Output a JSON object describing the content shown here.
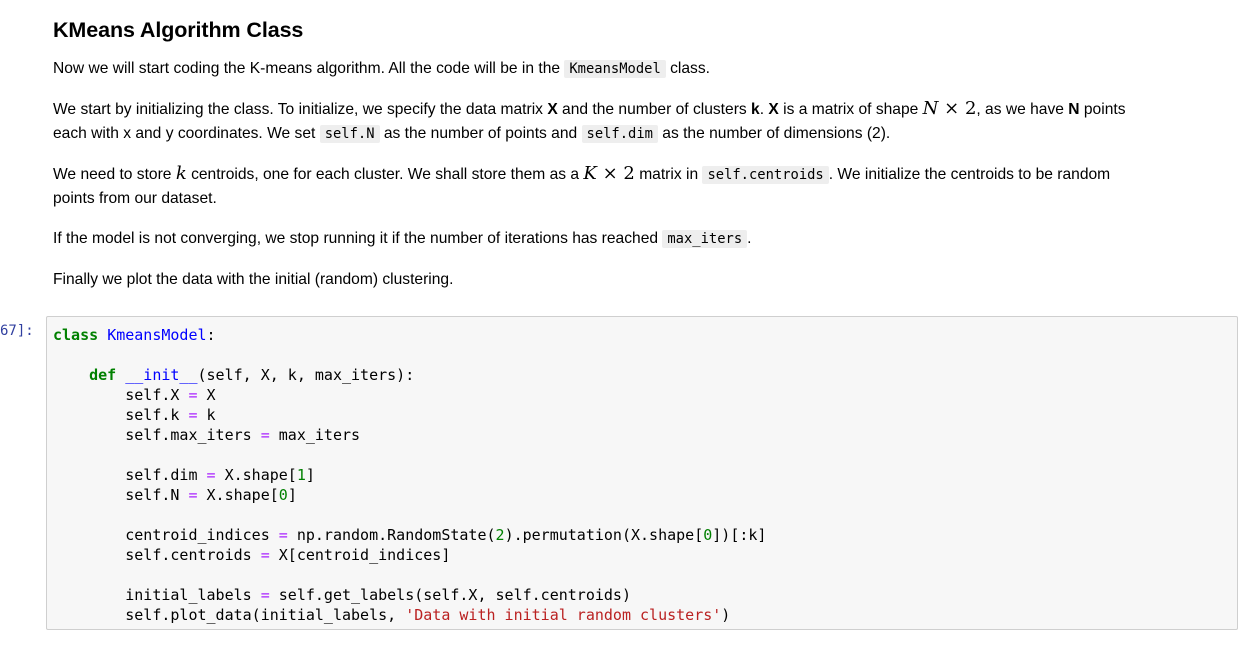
{
  "heading": "KMeans Algorithm Class",
  "p1": {
    "pre": "Now we will start coding the K-means algorithm. All the code will be in the ",
    "code": "KmeansModel",
    "post": " class."
  },
  "p2": {
    "t1": "We start by initializing the class. To initialize, we specify the data matrix ",
    "b1": "X",
    "t2": " and the number of clusters ",
    "b2": "k",
    "t3": ". ",
    "b3": "X",
    "t4": " is a matrix of shape ",
    "m1": "N",
    "m2": " × ",
    "m3": "2",
    "t5": ", as we have ",
    "b4": "N",
    "t6": " points",
    "t7": "each with x and y coordinates. We set ",
    "c1": "self.N",
    "t8": " as the number of points and ",
    "c2": "self.dim",
    "t9": " as the number of dimensions (2)."
  },
  "p3": {
    "t1": "We need to store ",
    "m1": "k",
    "t2": " centroids, one for each cluster. We shall store them as a ",
    "m2": "K",
    "m3": " × ",
    "m4": "2",
    "t3": " matrix in ",
    "c1": "self.centroids",
    "t4": ". We initialize the centroids to be random",
    "t5": "points from our dataset."
  },
  "p4": {
    "pre": "If the model is not converging, we stop running it if the number of iterations has reached ",
    "code": "max_iters",
    "post": "."
  },
  "p5": "Finally we plot the data with the initial (random) clustering.",
  "prompt": "67]:",
  "code": {
    "l1": {
      "kw": "class",
      "name": "KmeansModel",
      "rest": ":"
    },
    "l3": {
      "kw": "def",
      "fn": "__init__",
      "rest": "(self, X, k, max_iters):"
    },
    "l4": {
      "a": "self.X",
      "b": "X"
    },
    "l5": {
      "a": "self.k",
      "b": "k"
    },
    "l6": {
      "a": "self.max_iters",
      "b": "max_iters"
    },
    "l8": {
      "a": "self.dim",
      "b": "X.shape[",
      "n": "1",
      "c": "]"
    },
    "l9": {
      "a": "self.N",
      "b": "X.shape[",
      "n": "0",
      "c": "]"
    },
    "l11": {
      "a": "centroid_indices",
      "b": "np.random.RandomState(",
      "n1": "2",
      "c": ").permutation(X.shape[",
      "n2": "0",
      "d": "])[:k]"
    },
    "l12": {
      "a": "self.centroids",
      "b": "X[centroid_indices]"
    },
    "l14": {
      "a": "initial_labels",
      "b": "self.get_labels(self.X, self.centroids)"
    },
    "l15": {
      "a": "self.plot_data(initial_labels, ",
      "s": "'Data with initial random clusters'",
      "c": ")"
    },
    "eq": "="
  }
}
